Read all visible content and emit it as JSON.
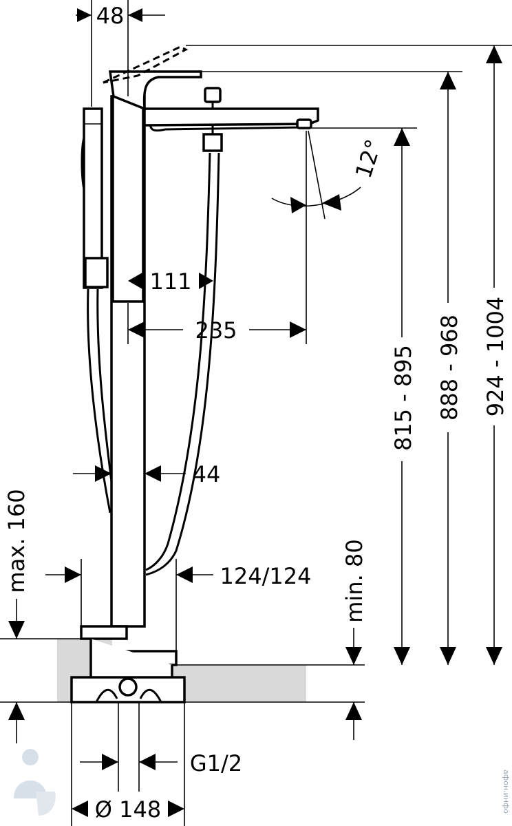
{
  "dimensions": {
    "top_width": "48",
    "spout_offset": "111",
    "spout_reach": "235",
    "spout_angle": "12°",
    "height_a": "815 - 895",
    "height_b": "888 - 968",
    "height_c": "924 - 1004",
    "column_diameter": "44",
    "max_height": "max. 160",
    "feed_spacing": "124/124",
    "min_depth": "min. 80",
    "thread": "G1/2",
    "base_diameter": "Ø 148"
  },
  "watermark": {
    "text": "афон.инфо"
  },
  "colors": {
    "line": "#000000",
    "floor_fill": "#d9d9d9",
    "watermark": "#9aa8b8"
  }
}
